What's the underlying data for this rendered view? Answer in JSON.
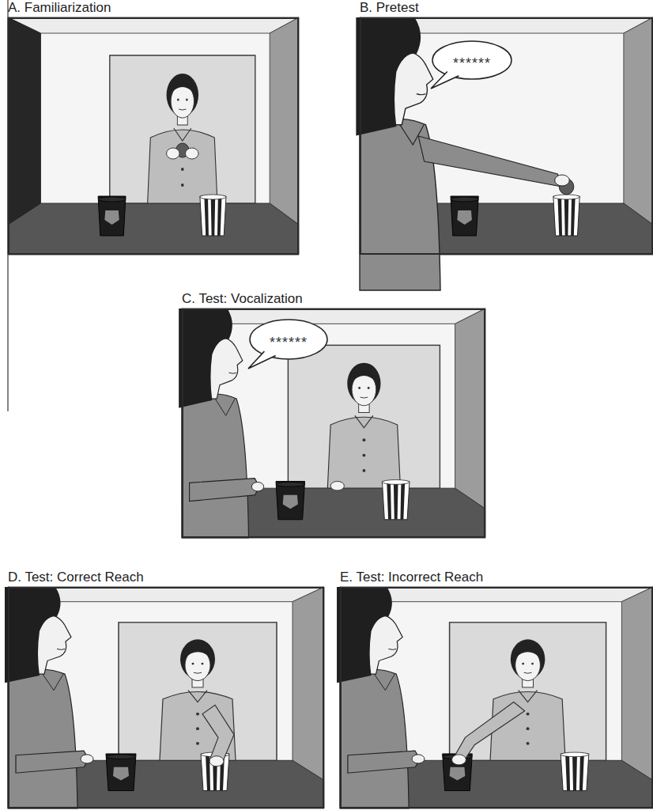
{
  "diagram": {
    "nodes": [
      {
        "text": [
          "A. Familiarization"
        ]
      },
      {
        "text": [
          "B. Pretest"
        ]
      },
      {
        "text": [
          "******"
        ],
        "in": 1
      },
      {
        "text": [
          "C. Test: Vocalization"
        ]
      },
      {
        "text": [
          "******"
        ],
        "in": 3
      },
      {
        "text": [
          "D. Test: Correct Reach"
        ]
      },
      {
        "text": [
          "E. Test: Incorrect Reach"
        ]
      }
    ]
  }
}
